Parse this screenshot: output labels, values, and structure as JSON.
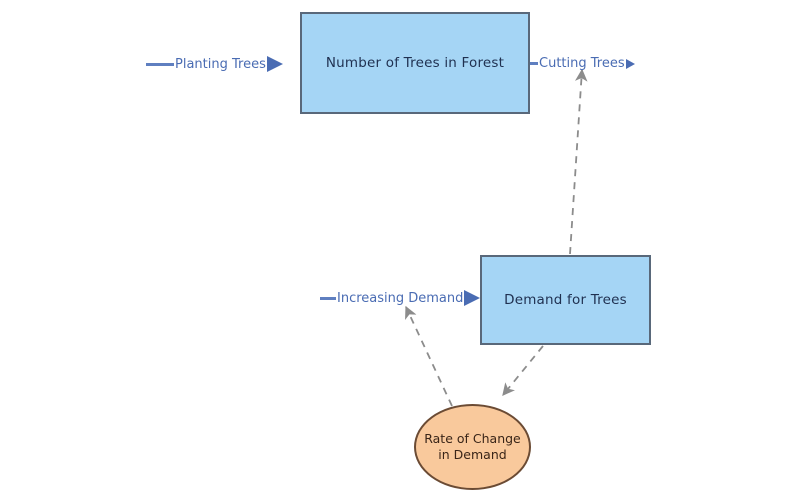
{
  "diagram": {
    "type": "stock-and-flow",
    "background_color": "#ffffff",
    "stock_fill": "#a5d5f5",
    "stock_border": "#59687a",
    "aux_fill": "#f9c99c",
    "aux_border": "#6b4b34",
    "flow_color": "#4a6cb3",
    "link_color": "#8c8c8c"
  },
  "stocks": [
    {
      "id": "trees",
      "label": "Number of Trees in Forest"
    },
    {
      "id": "demand",
      "label": "Demand for Trees"
    }
  ],
  "auxiliaries": [
    {
      "id": "rate",
      "label_line1": "Rate of Change",
      "label_line2": "in Demand"
    }
  ],
  "flows": [
    {
      "id": "planting",
      "label": "Planting Trees",
      "direction": "into-stock",
      "target": "Number of Trees in Forest"
    },
    {
      "id": "cutting",
      "label": "Cutting Trees",
      "direction": "out-of-stock",
      "source": "Number of Trees in Forest"
    },
    {
      "id": "increasing",
      "label": "Increasing Demand",
      "direction": "into-stock",
      "target": "Demand for Trees"
    }
  ],
  "links": [
    {
      "id": "demand-to-cutting",
      "from": "Demand for Trees",
      "to": "Cutting Trees",
      "style": "dashed"
    },
    {
      "id": "demand-to-rate",
      "from": "Demand for Trees",
      "to": "Rate of Change in Demand",
      "style": "dashed"
    },
    {
      "id": "rate-to-increasing",
      "from": "Rate of Change in Demand",
      "to": "Increasing Demand",
      "style": "dashed"
    }
  ]
}
